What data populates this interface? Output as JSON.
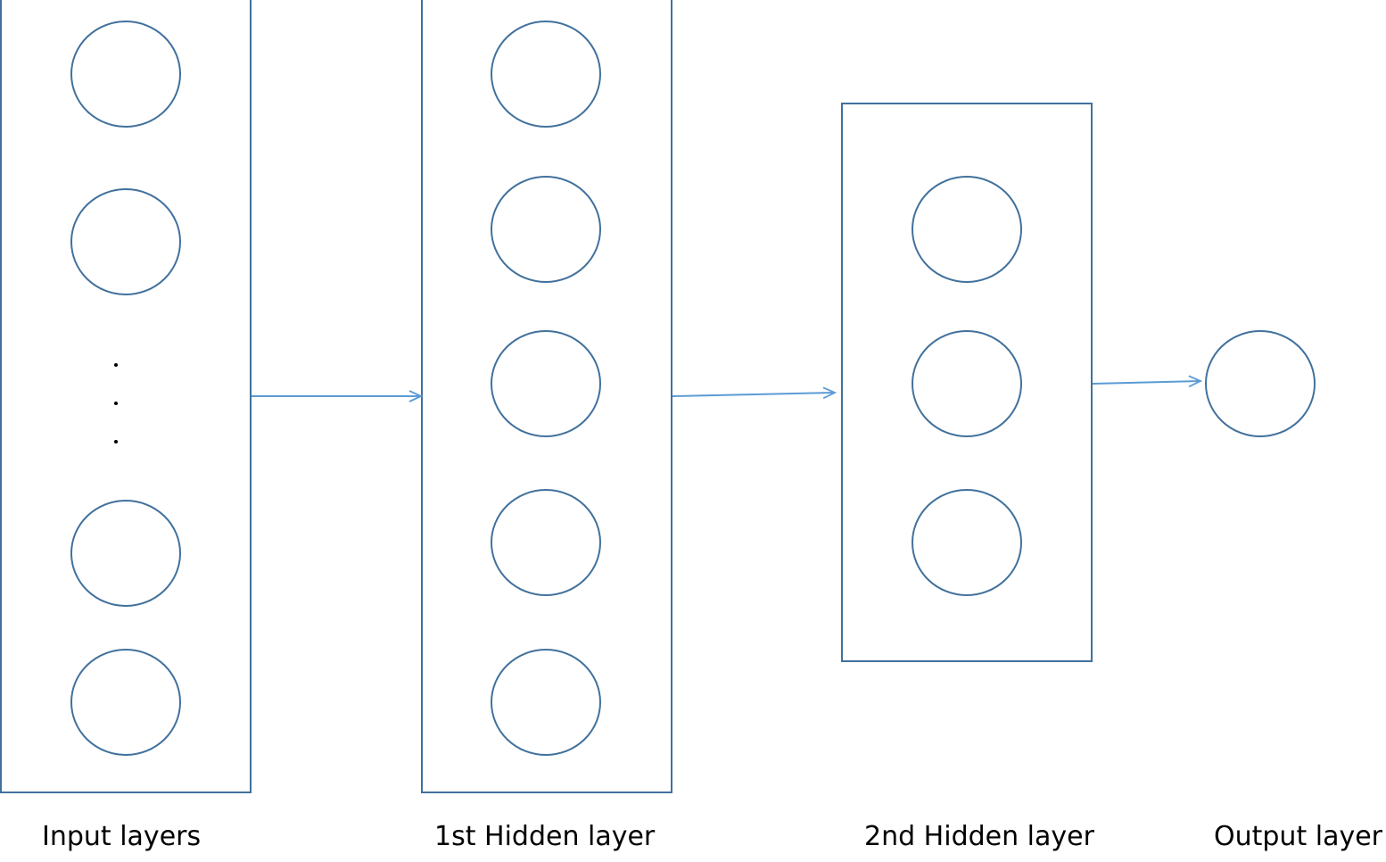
{
  "colors": {
    "shape_stroke": "#41719C",
    "arrow_stroke": "#5B9BD5",
    "label_text": "#000000",
    "background": "#FFFFFF"
  },
  "layers": [
    {
      "id": "input",
      "label": "Input layers",
      "visible_nodes": 4,
      "has_ellipsis": true,
      "boxed": true
    },
    {
      "id": "hidden1",
      "label": "1st Hidden layer",
      "visible_nodes": 5,
      "has_ellipsis": false,
      "boxed": true
    },
    {
      "id": "hidden2",
      "label": "2nd Hidden layer",
      "visible_nodes": 3,
      "has_ellipsis": false,
      "boxed": true
    },
    {
      "id": "output",
      "label": "Output layer",
      "visible_nodes": 1,
      "has_ellipsis": false,
      "boxed": false
    }
  ],
  "connections": [
    {
      "from": "input",
      "to": "hidden1"
    },
    {
      "from": "hidden1",
      "to": "hidden2"
    },
    {
      "from": "hidden2",
      "to": "output"
    }
  ]
}
